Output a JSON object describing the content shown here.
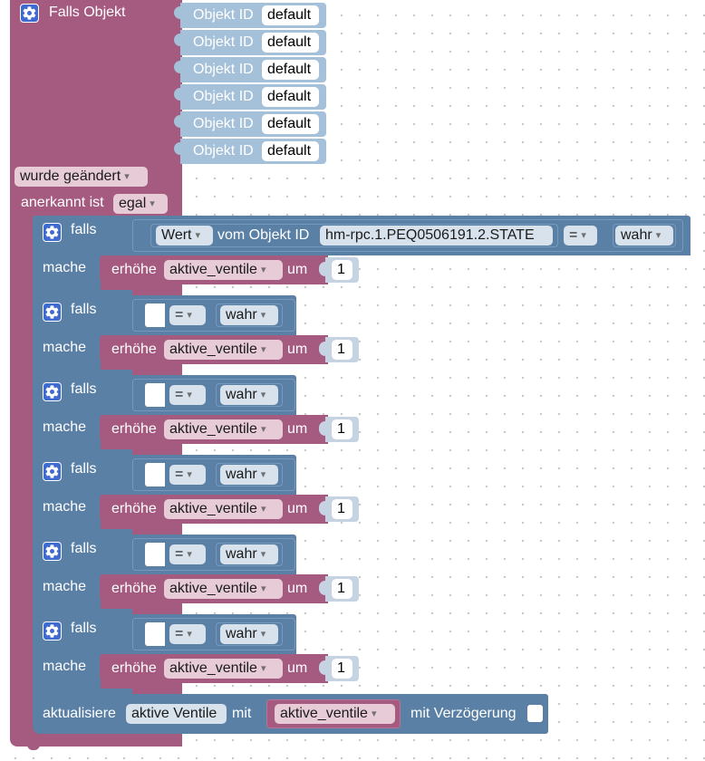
{
  "trigger": {
    "title": "Falls Objekt",
    "object_id_label": "Objekt ID",
    "object_ids": [
      "default",
      "default",
      "default",
      "default",
      "default",
      "default"
    ],
    "changed_dropdown": "wurde geändert",
    "ack_label": "anerkannt ist",
    "ack_dropdown": "egal"
  },
  "if_blocks": [
    {
      "falls_label": "falls",
      "condition": {
        "value_dropdown": "Wert",
        "from_object_label": "vom Objekt ID",
        "object_id": "hm-rpc.1.PEQ0506191.2.STATE",
        "operator": "=",
        "compare": "wahr"
      },
      "mache_label": "mache",
      "action": {
        "verb": "erhöhe",
        "variable": "aktive_ventile",
        "by_label": "um",
        "amount": "1"
      }
    },
    {
      "falls_label": "falls",
      "condition": {
        "operator": "=",
        "compare": "wahr"
      },
      "mache_label": "mache",
      "action": {
        "verb": "erhöhe",
        "variable": "aktive_ventile",
        "by_label": "um",
        "amount": "1"
      }
    },
    {
      "falls_label": "falls",
      "condition": {
        "operator": "=",
        "compare": "wahr"
      },
      "mache_label": "mache",
      "action": {
        "verb": "erhöhe",
        "variable": "aktive_ventile",
        "by_label": "um",
        "amount": "1"
      }
    },
    {
      "falls_label": "falls",
      "condition": {
        "operator": "=",
        "compare": "wahr"
      },
      "mache_label": "mache",
      "action": {
        "verb": "erhöhe",
        "variable": "aktive_ventile",
        "by_label": "um",
        "amount": "1"
      }
    },
    {
      "falls_label": "falls",
      "condition": {
        "operator": "=",
        "compare": "wahr"
      },
      "mache_label": "mache",
      "action": {
        "verb": "erhöhe",
        "variable": "aktive_ventile",
        "by_label": "um",
        "amount": "1"
      }
    },
    {
      "falls_label": "falls",
      "condition": {
        "operator": "=",
        "compare": "wahr"
      },
      "mache_label": "mache",
      "action": {
        "verb": "erhöhe",
        "variable": "aktive_ventile",
        "by_label": "um",
        "amount": "1"
      }
    }
  ],
  "update": {
    "verb": "aktualisiere",
    "target": "aktive Ventile",
    "with_label": "mit",
    "variable": "aktive_ventile",
    "delay_label": "mit Verzögerung",
    "delay_checked": false
  },
  "icons": {
    "settings": "gear-icon",
    "dropdown": "caret-down-icon"
  },
  "colors": {
    "trigger_block": "#a55b80",
    "object_id_block": "#a5c0d9",
    "logic_block": "#5b80a5",
    "variable_block": "#a55b80",
    "math_block": "#c6d3e2",
    "icon_badge": "#3f6ad0"
  }
}
